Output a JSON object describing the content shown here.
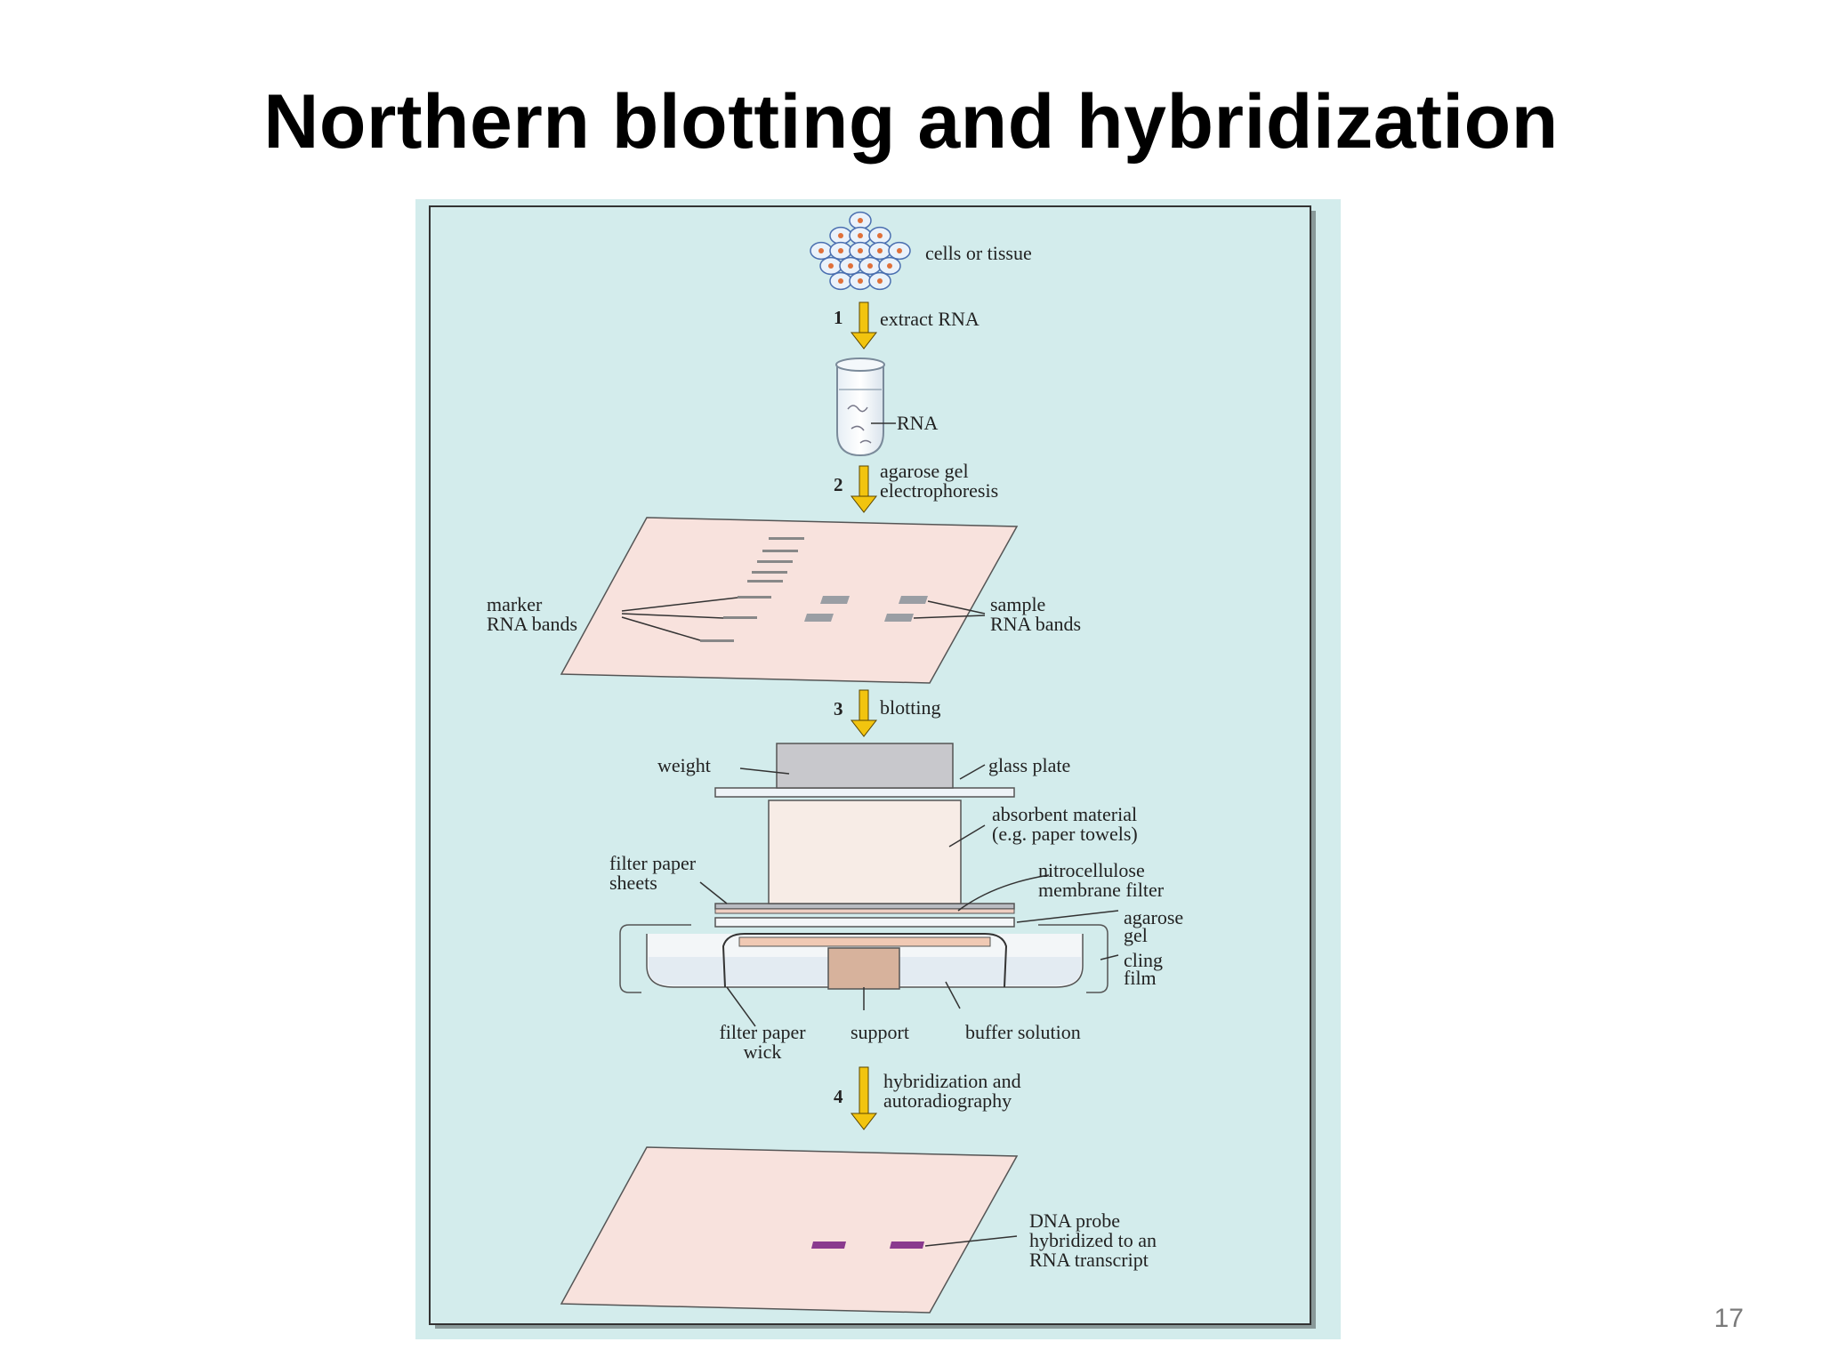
{
  "slide": {
    "title": "Northern blotting and hybridization",
    "page_number": "17"
  },
  "colors": {
    "panel_bg": "#d3ecec",
    "gel_pink": "#f8e2dd",
    "arrow_yellow": "#f2c40f",
    "probe_purple": "#8a3a8e",
    "support_brown": "#d7b29c",
    "weight_gray": "#c8c8cc"
  },
  "diagram": {
    "steps": [
      {
        "number": "1",
        "label_lines": [
          "extract RNA"
        ]
      },
      {
        "number": "2",
        "label_lines": [
          "agarose gel",
          "electrophoresis"
        ]
      },
      {
        "number": "3",
        "label_lines": [
          "blotting"
        ]
      },
      {
        "number": "4",
        "label_lines": [
          "hybridization and",
          "autoradiography"
        ]
      }
    ],
    "cells_label": "cells or tissue",
    "rna_label": "RNA",
    "gel_labels": {
      "marker": [
        "marker",
        "RNA bands"
      ],
      "sample": [
        "sample",
        "RNA bands"
      ]
    },
    "blot_labels": {
      "weight": "weight",
      "glass_plate": "glass plate",
      "absorbent": [
        "absorbent material",
        "(e.g. paper towels)"
      ],
      "filter_sheets": [
        "filter paper",
        "sheets"
      ],
      "nitrocellulose": [
        "nitrocellulose",
        "membrane filter"
      ],
      "agarose_gel": [
        "agarose",
        "gel"
      ],
      "cling_film": [
        "cling",
        "film"
      ],
      "wick": [
        "filter paper",
        "wick"
      ],
      "support": "support",
      "buffer": "buffer solution"
    },
    "probe_label": [
      "DNA probe",
      "hybridized to an",
      "RNA transcript"
    ]
  }
}
